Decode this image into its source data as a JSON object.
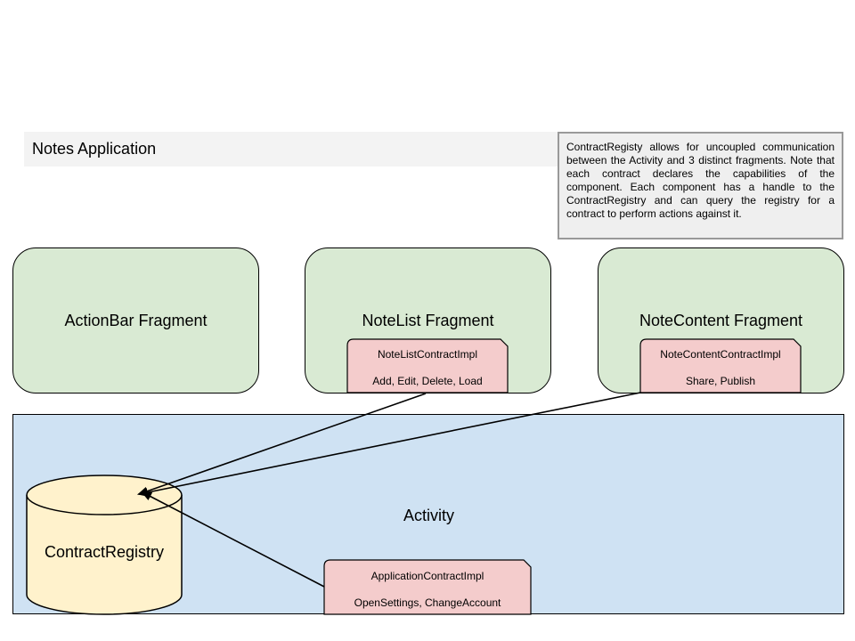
{
  "header": {
    "title": "Notes Application"
  },
  "note": {
    "text": "ContractRegisty allows for uncoupled communication between the Activity and 3 distinct fragments. Note that each contract declares the capabilities of the component. Each component has a handle to the ContractRegistry and can query the registry for a contract to perform actions against it."
  },
  "fragments": [
    {
      "label": "ActionBar Fragment"
    },
    {
      "label": "NoteList Fragment"
    },
    {
      "label": "NoteContent Fragment"
    }
  ],
  "contracts": {
    "notelist": {
      "name": "NoteListContractImpl",
      "capabilities": "Add, Edit, Delete, Load"
    },
    "notecontent": {
      "name": "NoteContentContractImpl",
      "capabilities": "Share, Publish"
    },
    "application": {
      "name": "ApplicationContractImpl",
      "capabilities": "OpenSettings, ChangeAccount"
    }
  },
  "activity": {
    "label": "Activity"
  },
  "registry": {
    "label": "ContractRegistry"
  },
  "colors": {
    "fragment_fill": "#d9ead3",
    "activity_fill": "#cfe2f3",
    "contract_fill": "#f4cccc",
    "registry_fill": "#fff2cc",
    "note_fill": "#efefef",
    "title_fill": "#f3f3f3"
  }
}
